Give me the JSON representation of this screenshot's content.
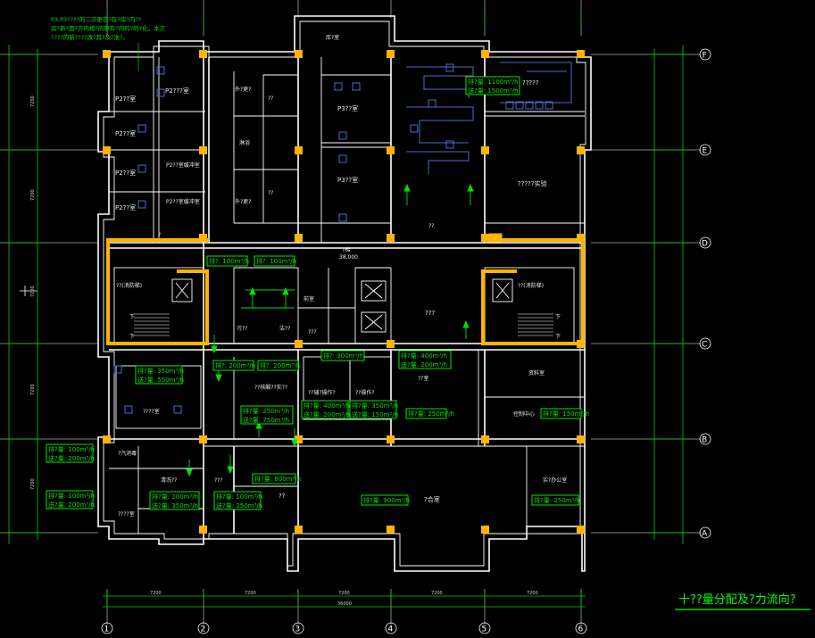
{
  "drawing": {
    "title": "十??量分配及?力流向?",
    "notes": [
      "P3,P3????的二次更衣?在?房?内??",
      "房?新?面?方内相?的原有?内的?的?化，本次",
      "????的新????改?其?及?准?。"
    ],
    "axes_rows": [
      "F",
      "E",
      "D",
      "C",
      "B",
      "A"
    ],
    "axes_cols": [
      "1",
      "2",
      "3",
      "4",
      "5",
      "6"
    ],
    "dims_bottom": [
      "7200",
      "7200",
      "7200",
      "7200",
      "7200"
    ],
    "dim_total": "36000",
    "dims_left": [
      "7200",
      "7200",
      "7200",
      "7200",
      "7200"
    ]
  },
  "rooms": {
    "p2a": "P2??室",
    "p2b": "P2???室",
    "p2c": "P2??室",
    "p2d": "P2??室",
    "p2e": "P2??室",
    "p2f": "P2??室缓冲室",
    "p2g": "P2??室缓冲室",
    "p3a": "P3??室",
    "p3b": "P3??室",
    "buffer": "??",
    "wash": "外?更?",
    "shower": "淋浴",
    "stair1": "??(消防梯)",
    "stair2": "??(消防梯)",
    "lift_lobby": "前室",
    "big_lab": "?????",
    "top_right": "?????实验",
    "corridor": "????",
    "mid_right": "???",
    "dirty": "污??",
    "clean": "洁??",
    "mech": "???",
    "core_lab": "??核酸??实??",
    "aux_lab": "??辅?操作?",
    "lab_small": "??操作?",
    "office": "??室",
    "wash_r": "清洗??",
    "records": "资料室",
    "bath": "???",
    "room_r2": "控制中心",
    "room_r3": "实?办公室",
    "lab_l": "????室",
    "lab_l2": "?汽消毒",
    "mid_bottom": "??",
    "big_bottom": "?合室",
    "top_mid": "库?室",
    "stair_label": "下",
    "small_q": "?"
  },
  "flows": {
    "f1": "排?量: 1100m³/h",
    "f1b": "送?量: 1500m³/h",
    "f2a": "排?: 100m³/h",
    "f2b": "排?: 100m³/h",
    "f3a": "排?量: 350m³/h",
    "f3b": "送?量: 550m³/h",
    "f4a": "排?: 200m³/h",
    "f4b": "排?: 200m³/h",
    "f5": "排?: 300m³/h",
    "f6a": "排?量: 400m³/h",
    "f6b": "送?量: 200m³/h",
    "f7a": "排?量: 250m³/h",
    "f7b": "送?量: 750m³/h",
    "f8a": "排?量: 400m³/h",
    "f8b": "送?量: 200m³/h",
    "f9a": "排?量: 350m³/h",
    "f9b": "送?量: 150m³/h",
    "f10": "排?量: 250m³/h",
    "f11": "排?量: 150m³/h",
    "f12a": "排?量: 100m³/h",
    "f12b": "送?量: 200m³/h",
    "f13a": "排?量: 100m³/h",
    "f13b": "送?量: 200m³/h",
    "f14a": "排?量: 200m³/h",
    "f14b": "送?量: 350m³/h",
    "f15a": "排?量: 100m³/h",
    "f15b": "送?量: 250m³/h",
    "f16": "排?量: 800m³/h",
    "f17": "排?量: 900m³/h",
    "f18": "排?量: 250m³/h",
    "f19": "?梯",
    "f19b": "38.000"
  },
  "colors": {
    "wall": "#ffffff",
    "column": "#ffb400",
    "annotation": "#00e000",
    "duct": "#4c6cc8",
    "background": "#000000"
  }
}
